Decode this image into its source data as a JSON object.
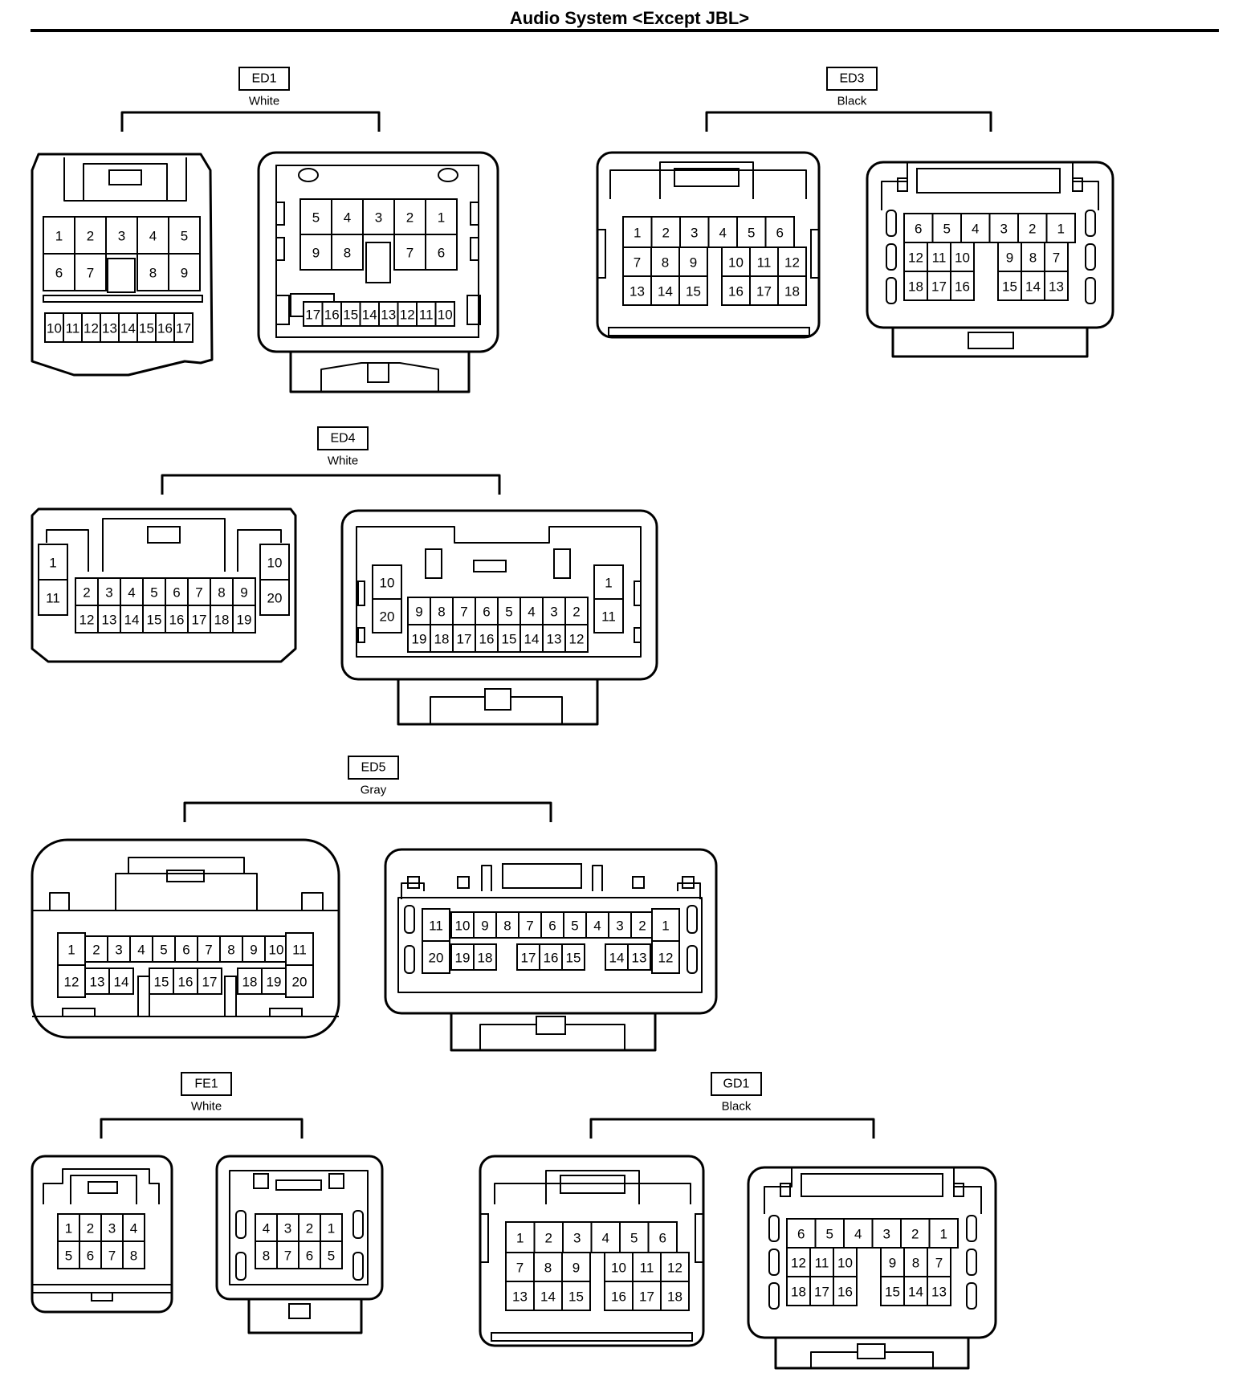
{
  "title": "Audio System <Except JBL>",
  "connectors": [
    {
      "code": "ED1",
      "color": "White",
      "views": [
        {
          "id": "ed1-a",
          "rows": [
            [
              "1",
              "2",
              "3",
              "4",
              "5"
            ],
            [
              "6",
              "7",
              "",
              "8",
              "9"
            ],
            [
              "10",
              "11",
              "12",
              "13",
              "14",
              "15",
              "16",
              "17"
            ]
          ]
        },
        {
          "id": "ed1-b",
          "rows": [
            [
              "5",
              "4",
              "3",
              "2",
              "1"
            ],
            [
              "9",
              "8",
              "",
              "7",
              "6"
            ],
            [
              "17",
              "16",
              "15",
              "14",
              "13",
              "12",
              "11",
              "10"
            ]
          ]
        }
      ]
    },
    {
      "code": "ED3",
      "color": "Black",
      "views": [
        {
          "id": "ed3-a",
          "rows": [
            [
              "1",
              "2",
              "3",
              "4",
              "5",
              "6"
            ],
            [
              "7",
              "8",
              "9",
              "",
              "10",
              "11",
              "12"
            ],
            [
              "13",
              "14",
              "15",
              "",
              "16",
              "17",
              "18"
            ]
          ]
        },
        {
          "id": "ed3-b",
          "rows": [
            [
              "6",
              "5",
              "4",
              "3",
              "2",
              "1"
            ],
            [
              "12",
              "11",
              "10",
              "",
              "9",
              "8",
              "7"
            ],
            [
              "18",
              "17",
              "16",
              "",
              "15",
              "14",
              "13"
            ]
          ]
        }
      ]
    },
    {
      "code": "ED4",
      "color": "White",
      "views": [
        {
          "id": "ed4-a",
          "rows": [
            [
              "1",
              "10"
            ],
            [
              "11",
              "2",
              "3",
              "4",
              "5",
              "6",
              "7",
              "8",
              "9",
              "20"
            ],
            [
              "12",
              "13",
              "14",
              "15",
              "16",
              "17",
              "18",
              "19"
            ]
          ]
        },
        {
          "id": "ed4-b",
          "rows": [
            [
              "10",
              "1"
            ],
            [
              "20",
              "9",
              "8",
              "7",
              "6",
              "5",
              "4",
              "3",
              "2",
              "11"
            ],
            [
              "19",
              "18",
              "17",
              "16",
              "15",
              "14",
              "13",
              "12"
            ]
          ]
        }
      ]
    },
    {
      "code": "ED5",
      "color": "Gray",
      "views": [
        {
          "id": "ed5-a",
          "rows": [
            [
              "1",
              "2",
              "3",
              "4",
              "5",
              "6",
              "7",
              "8",
              "9",
              "10",
              "11"
            ],
            [
              "12",
              "13",
              "14",
              "15",
              "16",
              "17",
              "18",
              "19",
              "20"
            ]
          ]
        },
        {
          "id": "ed5-b",
          "rows": [
            [
              "11",
              "10",
              "9",
              "8",
              "7",
              "6",
              "5",
              "4",
              "3",
              "2",
              "1"
            ],
            [
              "20",
              "19",
              "18",
              "17",
              "16",
              "15",
              "14",
              "13",
              "12"
            ]
          ]
        }
      ]
    },
    {
      "code": "FE1",
      "color": "White",
      "views": [
        {
          "id": "fe1-a",
          "rows": [
            [
              "1",
              "2",
              "3",
              "4"
            ],
            [
              "5",
              "6",
              "7",
              "8"
            ]
          ]
        },
        {
          "id": "fe1-b",
          "rows": [
            [
              "4",
              "3",
              "2",
              "1"
            ],
            [
              "8",
              "7",
              "6",
              "5"
            ]
          ]
        }
      ]
    },
    {
      "code": "GD1",
      "color": "Black",
      "views": [
        {
          "id": "gd1-a",
          "rows": [
            [
              "1",
              "2",
              "3",
              "4",
              "5",
              "6"
            ],
            [
              "7",
              "8",
              "9",
              "",
              "10",
              "11",
              "12"
            ],
            [
              "13",
              "14",
              "15",
              "",
              "16",
              "17",
              "18"
            ]
          ]
        },
        {
          "id": "gd1-b",
          "rows": [
            [
              "6",
              "5",
              "4",
              "3",
              "2",
              "1"
            ],
            [
              "12",
              "11",
              "10",
              "",
              "9",
              "8",
              "7"
            ],
            [
              "18",
              "17",
              "16",
              "",
              "15",
              "14",
              "13"
            ]
          ]
        }
      ]
    }
  ]
}
